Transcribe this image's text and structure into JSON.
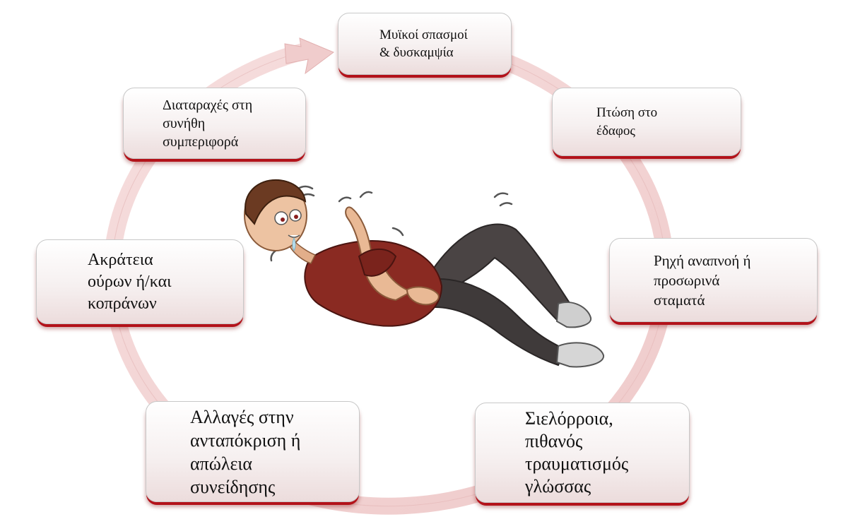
{
  "stages": [
    {
      "text": "Μυϊκοί σπασμοί\n& δυσκαμψία"
    },
    {
      "text": "Πτώση στο\nέδαφος"
    },
    {
      "text": "Ρηχή αναπνοή ή\nπροσωρινά\nσταματά"
    },
    {
      "text": "Σιελόρροια,\nπιθανός\nτραυματισμός\nγλώσσας"
    },
    {
      "text": "Αλλαγές στην\nανταπόκριση ή\nαπώλεια\nσυνείδησης"
    },
    {
      "text": "Ακράτεια\nούρων ή/και\nκοπράνων"
    },
    {
      "text": "Διαταραχές στη\nσυνήθη\nσυμπεριφορά"
    }
  ],
  "illustration": {
    "icon": "person-having-seizure-icon"
  },
  "colors": {
    "accent": "#b3121a",
    "ring": "#f2d4d4",
    "ring_edge": "#e3b3b3"
  }
}
